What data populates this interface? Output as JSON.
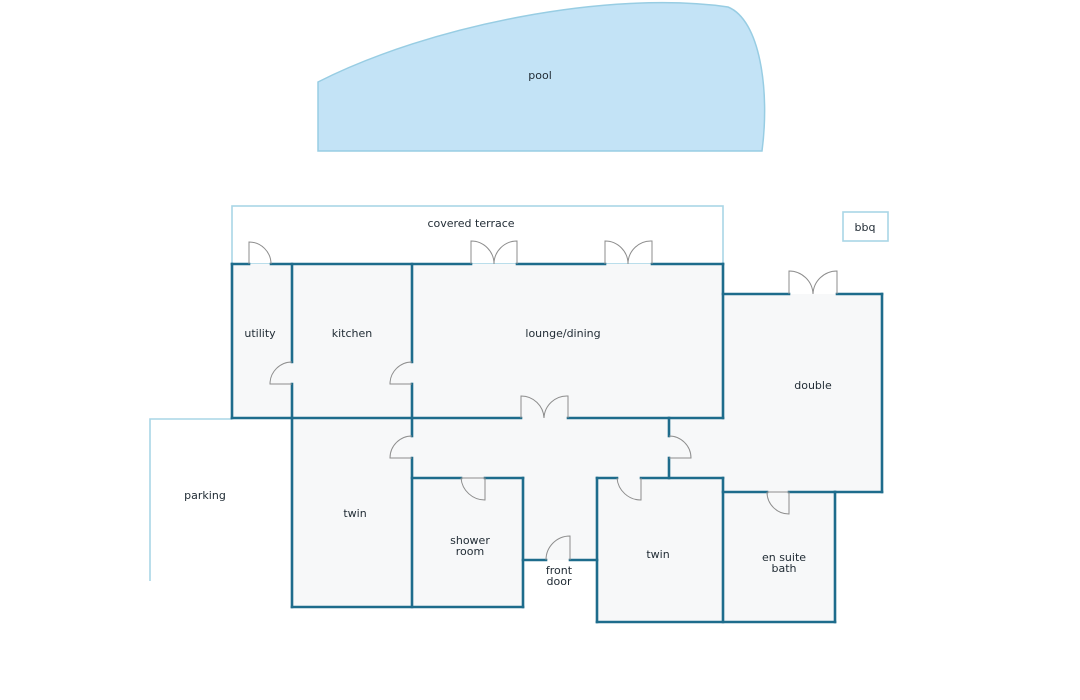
{
  "colors": {
    "wall": "#1e6c8c",
    "outline_light": "#a9d6e6",
    "pool_fill": "#c3e3f6",
    "pool_stroke": "#98cde3",
    "room_fill": "#f7f8f9",
    "door": "#8d8d8d",
    "text": "#1f2a33"
  },
  "labels": {
    "pool": "pool",
    "covered_terrace": "covered terrace",
    "bbq": "bbq",
    "utility": "utility",
    "kitchen": "kitchen",
    "lounge_dining": "lounge/dining",
    "double": "double",
    "parking": "parking",
    "twin_left": "twin",
    "shower_room_1": "shower",
    "shower_room_2": "room",
    "front_door_1": "front",
    "front_door_2": "door",
    "twin_right": "twin",
    "en_suite_1": "en suite",
    "en_suite_2": "bath"
  }
}
